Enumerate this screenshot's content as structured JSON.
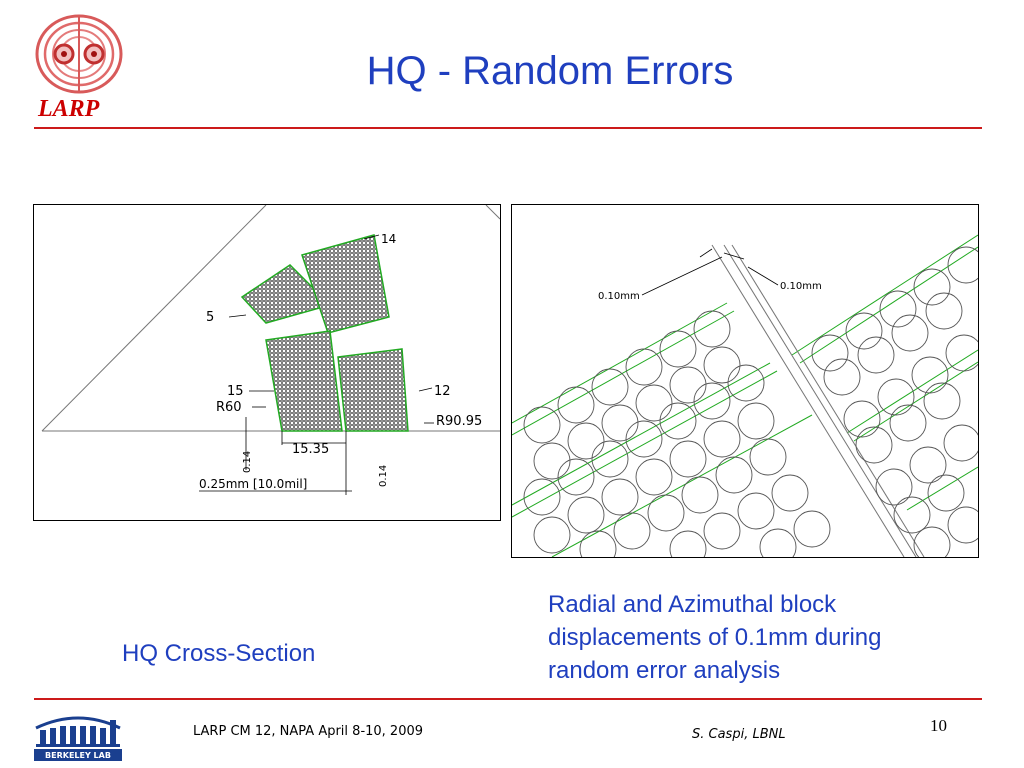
{
  "header": {
    "title": "HQ - Random Errors",
    "logo_text": "LARP"
  },
  "figures": {
    "left": {
      "block_labels": [
        "14",
        "5",
        "15",
        "12"
      ],
      "dimension_labels": [
        "R60",
        "R90.95",
        "15.35",
        "0.14",
        "0.14",
        "0.25mm [10.0mil]"
      ]
    },
    "right": {
      "dimension_labels": [
        "0.10mm",
        "0.10mm"
      ]
    }
  },
  "captions": {
    "left": "HQ Cross-Section",
    "right": "Radial and Azimuthal block displacements of 0.1mm during random error analysis"
  },
  "footer": {
    "conference": "LARP CM 12,  NAPA April 8-10, 2009",
    "author": "S. Caspi, LBNL",
    "page_number": "10",
    "lab_logo_text": "BERKELEY LAB"
  },
  "colors": {
    "title_blue": "#1f3fbf",
    "larp_red": "#cc0000",
    "rule_red": "#cc1a1a",
    "cable_green": "#22aa22",
    "berkeley_blue": "#1a3f8f"
  }
}
